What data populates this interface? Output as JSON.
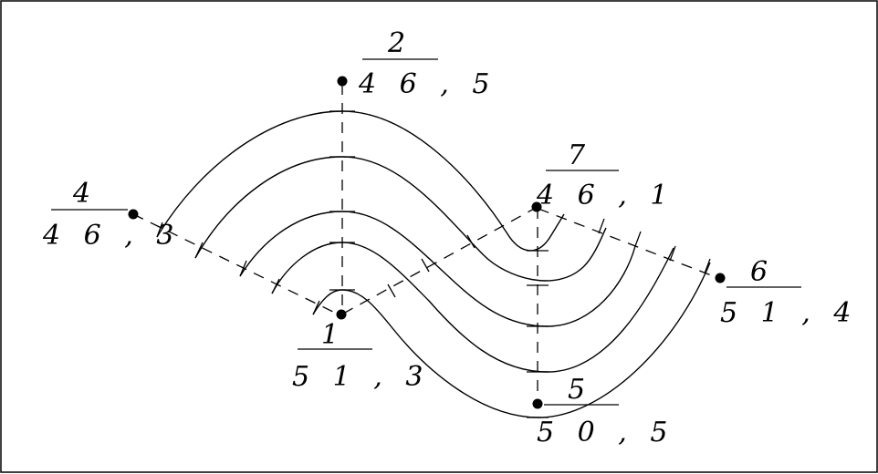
{
  "colors": {
    "line": "#000000",
    "background": "#ffffff"
  },
  "points": [
    {
      "id": "1",
      "value": "5 1 , 3"
    },
    {
      "id": "2",
      "value": "4 6 , 5"
    },
    {
      "id": "4",
      "value": "4 6 , 3"
    },
    {
      "id": "5",
      "value": "5 0 , 5"
    },
    {
      "id": "6",
      "value": "5 1 , 4"
    },
    {
      "id": "7",
      "value": "4 6 , 1"
    }
  ]
}
